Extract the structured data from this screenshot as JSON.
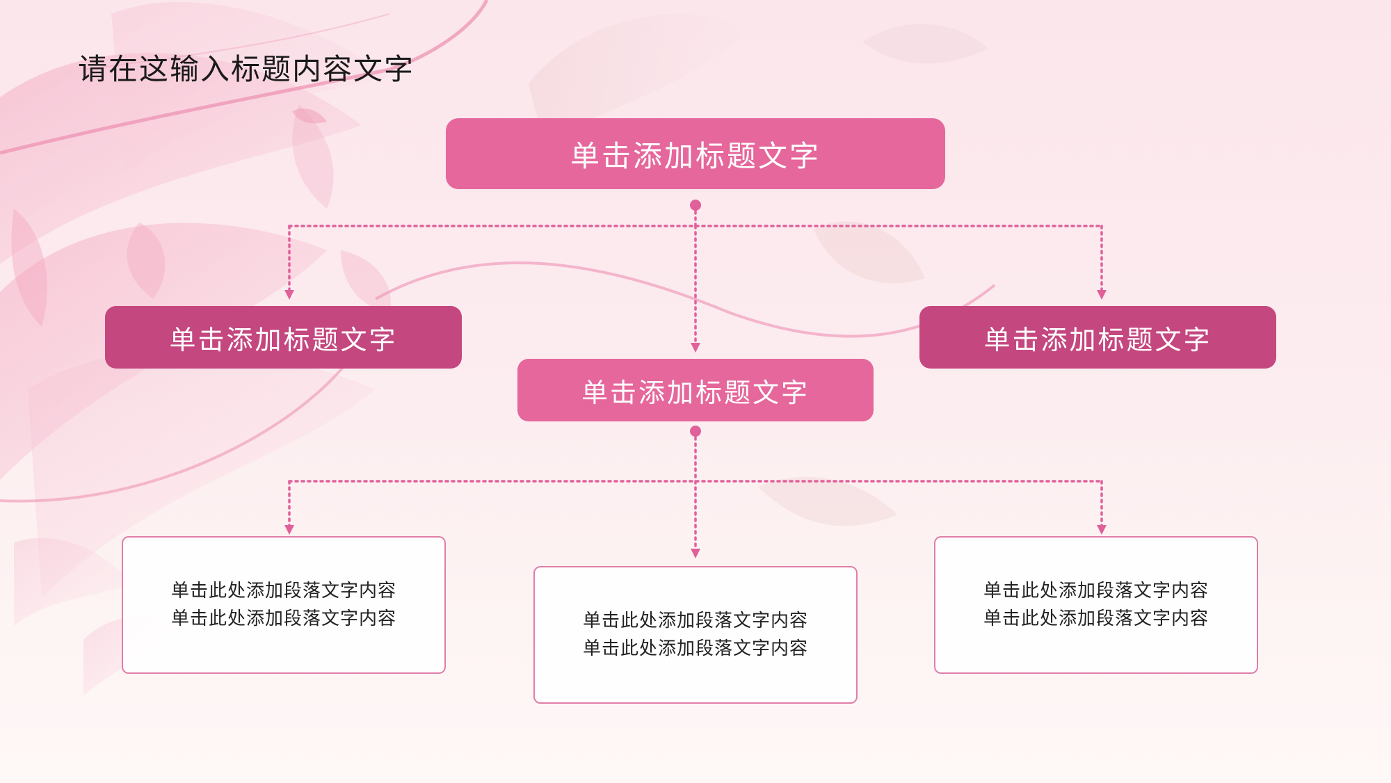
{
  "slide": {
    "title": "请在这输入标题内容文字"
  },
  "diagram": {
    "root": {
      "label": "单击添加标题文字"
    },
    "branches": [
      {
        "label": "单击添加标题文字"
      },
      {
        "label": "单击添加标题文字"
      },
      {
        "label": "单击添加标题文字"
      }
    ],
    "details": [
      {
        "line1": "单击此处添加段落文字内容",
        "line2": "单击此处添加段落文字内容"
      },
      {
        "line1": "单击此处添加段落文字内容",
        "line2": "单击此处添加段落文字内容"
      },
      {
        "line1": "单击此处添加段落文字内容",
        "line2": "单击此处添加段落文字内容"
      }
    ]
  },
  "colors": {
    "primary_pink": "#e5679b",
    "deep_pink": "#c4477f",
    "connector_pink": "#e0609a",
    "box_border": "#e07ea8"
  }
}
